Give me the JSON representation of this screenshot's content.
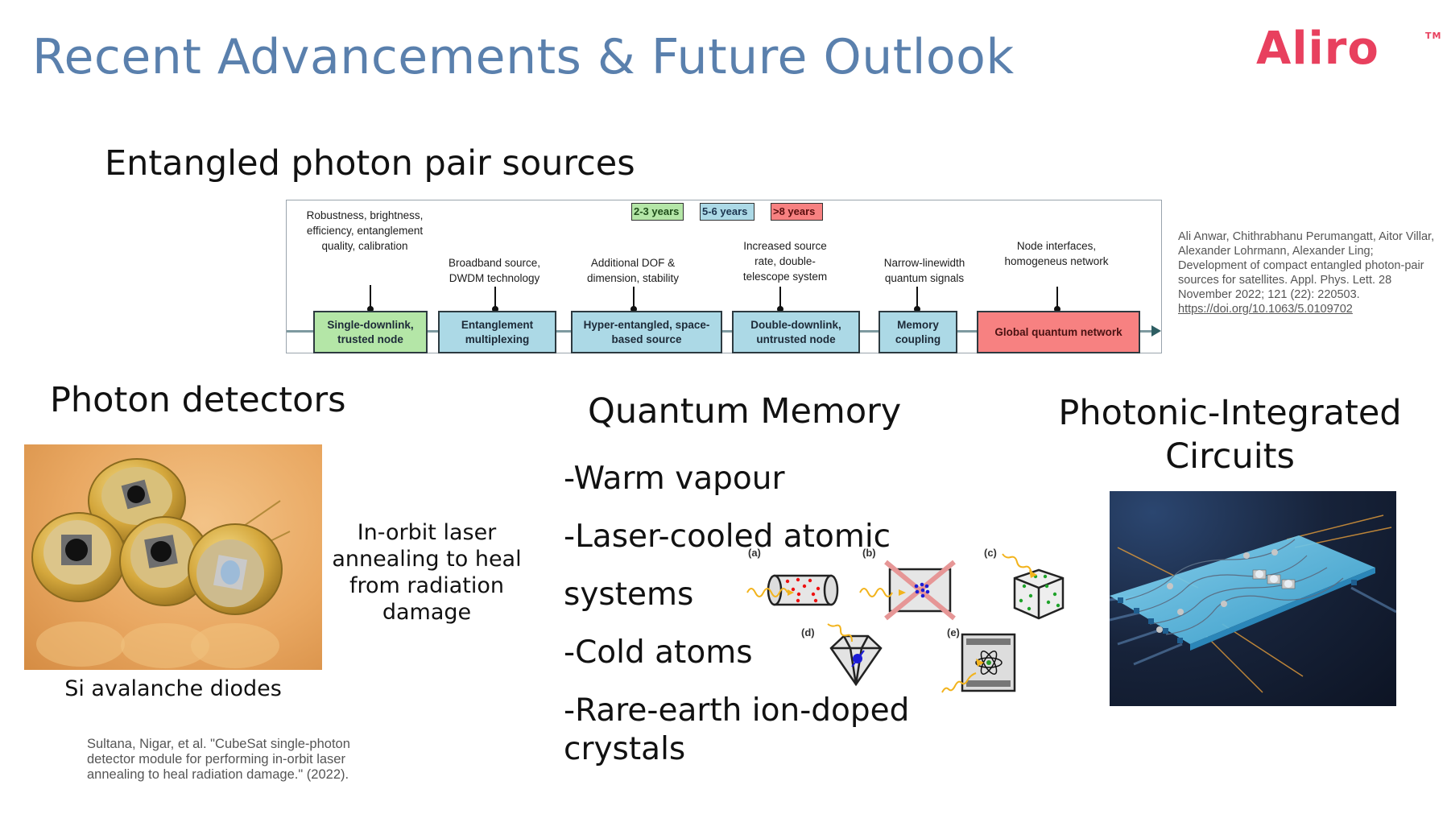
{
  "slide": {
    "title": "Recent Advancements & Future Outlook",
    "logo": {
      "text": "Aliro",
      "trademark": "TM",
      "color": "#e8405e"
    },
    "title_color": "#5a80ad"
  },
  "entangled_sources": {
    "heading": "Entangled photon pair sources",
    "legend": [
      {
        "label": "2-3 years",
        "color": "#b4e6a7"
      },
      {
        "label": "5-6 years",
        "color": "#acd9e6"
      },
      {
        "label": ">8 years",
        "color": "#f78181"
      }
    ],
    "stages": [
      {
        "label": "Single-downlink, trusted node",
        "note": "Robustness, brightness, efficiency, entanglement quality, calibration",
        "tier": "2-3 years"
      },
      {
        "label": "Entanglement multiplexing",
        "note": "Broadband source, DWDM technology",
        "tier": "5-6 years"
      },
      {
        "label": "Hyper-entangled, space-based source",
        "note": "Additional DOF & dimension, stability",
        "tier": "5-6 years"
      },
      {
        "label": "Double-downlink, untrusted node",
        "note": "Increased source rate, double-telescope system",
        "tier": "5-6 years"
      },
      {
        "label": "Memory coupling",
        "note": "Narrow-linewidth quantum signals",
        "tier": "5-6 years"
      },
      {
        "label": "Global quantum network",
        "note": "Node interfaces, homogeneus network",
        "tier": ">8 years"
      }
    ],
    "citation": {
      "text": "Ali Anwar, Chithrabhanu Perumangatt, Aitor Villar, Alexander Lohrmann, Alexander Ling; Development of compact entangled photon-pair sources for satellites. Appl. Phys. Lett. 28 November 2022; 121 (22): 220503.",
      "link": "https://doi.org/10.1063/5.0109702"
    }
  },
  "photon_detectors": {
    "heading": "Photon detectors",
    "image_caption": "Si avalanche diodes",
    "description": "In-orbit laser annealing to heal from radiation damage",
    "citation": "Sultana, Nigar, et al. \"CubeSat single-photon detector module for performing in-orbit laser annealing to heal radiation damage.\" (2022)."
  },
  "quantum_memory": {
    "heading": "Quantum Memory",
    "items": [
      "-Warm vapour",
      "-Laser-cooled atomic",
      "systems",
      "-Cold atoms",
      "-Rare-earth ion-doped",
      "crystals"
    ],
    "figure_labels": [
      "(a)",
      "(b)",
      "(c)",
      "(d)",
      "(e)"
    ]
  },
  "pic": {
    "heading_line1": "Photonic-Integrated",
    "heading_line2": "Circuits"
  }
}
